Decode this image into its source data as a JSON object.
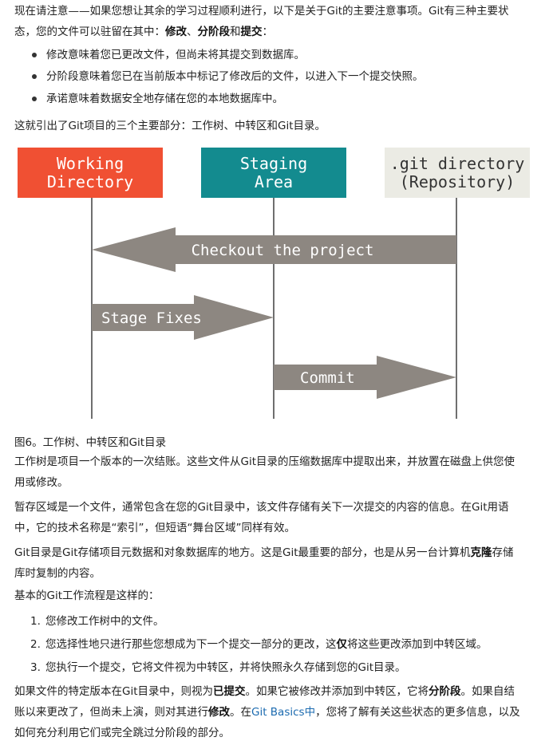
{
  "intro": {
    "line1": "现在请注意——如果您想让其余的学习过程顺利进行，以下是关于Git的主要注意事项。Git有三种主要状",
    "line2_pre": "态，您的文件可以驻留在其中：",
    "state_modified": "修改",
    "sep1": "、",
    "state_staged": "分阶段",
    "sep2": "和",
    "state_committed": "提交",
    "line2_post": "："
  },
  "states": [
    "修改意味着您已更改文件，但尚未将其提交到数据库。",
    "分阶段意味着您已在当前版本中标记了修改后的文件，以进入下一个提交快照。",
    "承诺意味着数据安全地存储在您的本地数据库中。"
  ],
  "sections_intro": "这就引出了Git项目的三个主要部分：工作树、中转区和Git目录。",
  "diagram": {
    "working": {
      "line1": "Working",
      "line2": "Directory",
      "color": "#f05033"
    },
    "staging": {
      "line1": "Staging",
      "line2": "Area",
      "color": "#138b8f"
    },
    "repo": {
      "line1": ".git directory",
      "line2": "(Repository)",
      "color": "#ebebe4"
    },
    "checkout_label": "Checkout the project",
    "stage_label": "Stage Fixes",
    "commit_label": "Commit",
    "arrow_color": "#8d8781",
    "line_color": "#6f6f6f"
  },
  "caption": "图6。工作树、中转区和Git目录",
  "para_worktree": {
    "line1": "工作树是项目一个版本的一次结账。这些文件从Git目录的压缩数据库中提取出来，并放置在磁盘上供您使",
    "line2": "用或修改。"
  },
  "para_staging": {
    "line1": "暂存区域是一个文件，通常包含在您的Git目录中，该文件存储有关下一次提交的内容的信息。在Git用语",
    "line2": "中，它的技术名称是“索引”，但短语“舞台区域”同样有效。"
  },
  "para_gitdir": {
    "line1_pre": "Git目录是Git存储项目元数据和对象数据库的地方。这是Git最重要的部分，也是从另一台计算机",
    "line1_bold": "克隆",
    "line1_post": "存储",
    "line2": "库时复制的内容。"
  },
  "workflow_intro": "基本的Git工作流程是这样的：",
  "workflow_steps": [
    {
      "num": "1.",
      "pre": "您修改工作树中的文件。",
      "bold": "",
      "post": ""
    },
    {
      "num": "2.",
      "pre": "您选择性地只进行那些您想成为下一个提交一部分的更改，这",
      "bold": "仅",
      "post": "将这些更改添加到中转区域。"
    },
    {
      "num": "3.",
      "pre": "您执行一个提交，它将文件视为中转区，并将快照永久存储到您的Git目录。",
      "bold": "",
      "post": ""
    }
  ],
  "closing": {
    "l1_a": "如果文件的特定版本在Git目录中，则视为",
    "l1_b": "已提交",
    "l1_c": "。如果它被修改并添加到中转区，它将",
    "l1_d": "分阶段",
    "l1_e": "。如果自结",
    "l2_a": "账以来更改了，但尚未上演，则对其进行",
    "l2_b": "修改",
    "l2_c": "。在",
    "l2_link": "Git Basics中",
    "l2_d": "，您将了解有关这些状态的更多信息，以及",
    "l3": "如何充分利用它们或完全跳过分阶段的部分。"
  }
}
